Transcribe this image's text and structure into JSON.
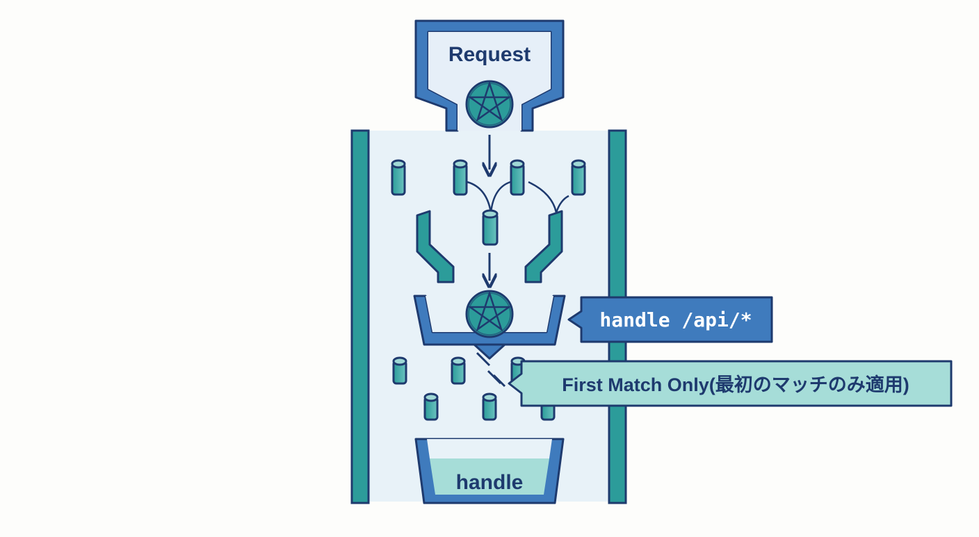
{
  "hopper": {
    "label": "Request"
  },
  "catcher_callout": {
    "label": "handle /api/*"
  },
  "rule_callout": {
    "label": "First Match Only(最初のマッチのみ適用)"
  },
  "bottom_bin": {
    "label": "handle"
  },
  "colors": {
    "navy": "#1e3a6e",
    "blue": "#3f7bbd",
    "blue_fill": "#d8e6f5",
    "teal": "#2c9c9a",
    "teal_light": "#9fd8d5",
    "board": "#e8f2f8",
    "callout_teal_fill": "#a6ddd8"
  }
}
